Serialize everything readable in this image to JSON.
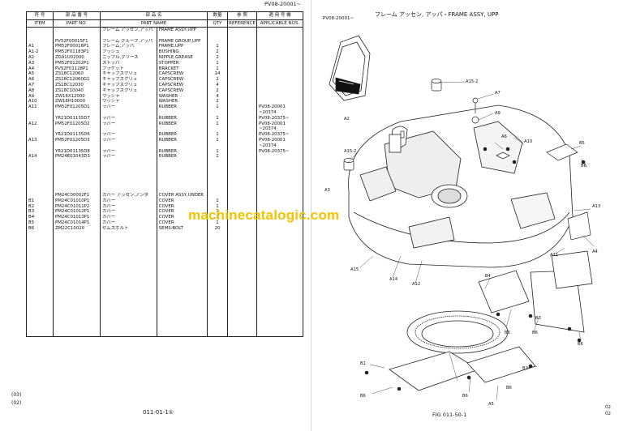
{
  "left_page": {
    "header_ref": "PV08-20001~",
    "columns": [
      {
        "jp": "符 号",
        "en": "ITEM"
      },
      {
        "jp": "部 品 番 号",
        "en": "PART NO."
      },
      {
        "jp": "部 品 名",
        "en": ""
      },
      {
        "jp": "",
        "en": "PART NAME"
      },
      {
        "jp": "数量",
        "en": "QTY"
      },
      {
        "jp": "参 照",
        "en": "REFERENCE"
      },
      {
        "jp": "適 用 号 機",
        "en": "APPLICABLE NOS."
      }
    ],
    "rows": [
      {
        "item": "",
        "part_no": "",
        "name_jp": "フレーム アッセン,アッパ",
        "name_en": "FRAME ASSY,UPP",
        "qty": "",
        "ref": "",
        "appl": ""
      },
      {
        "item": "",
        "part_no": "",
        "name_jp": "",
        "name_en": "",
        "qty": "",
        "ref": "",
        "appl": ""
      },
      {
        "item": "",
        "part_no": "PV52F00015F1",
        "name_jp": "フレーム グループ,アッパ",
        "name_en": "FRAME GROUP,UPP",
        "qty": "",
        "ref": "",
        "appl": ""
      },
      {
        "item": "A1",
        "part_no": "PM52F00016P1",
        "name_jp": "フレーム,アッパ",
        "name_en": "FRAME,UPP",
        "qty": "1",
        "ref": "",
        "appl": ""
      },
      {
        "item": "A1-2",
        "part_no": "PM52F01183P1",
        "name_jp": "ブッシュ",
        "name_en": "BUSHING",
        "qty": "2",
        "ref": "",
        "appl": ""
      },
      {
        "item": "A2",
        "part_no": "ZG91U02000",
        "name_jp": "ニップル,グリース",
        "name_en": "NIPPLE,GREASE",
        "qty": "2",
        "ref": "",
        "appl": ""
      },
      {
        "item": "A3",
        "part_no": "PM52F01202P1",
        "name_jp": "ストッパ",
        "name_en": "STOPPER",
        "qty": "1",
        "ref": "",
        "appl": ""
      },
      {
        "item": "A4",
        "part_no": "PV52F01128P1",
        "name_jp": "ブラケット",
        "name_en": "BRACKET",
        "qty": "1",
        "ref": "",
        "appl": ""
      },
      {
        "item": "A5",
        "part_no": "ZS18C12060",
        "name_jp": "キャップスクリュ",
        "name_en": "CAPSCREW",
        "qty": "14",
        "ref": "",
        "appl": ""
      },
      {
        "item": "A6",
        "part_no": "ZS18C12060G1",
        "name_jp": "キャップスクリュ",
        "name_en": "CAPSCREW",
        "qty": "2",
        "ref": "",
        "appl": ""
      },
      {
        "item": "A7",
        "part_no": "ZS18C12030",
        "name_jp": "キャップスクリュ",
        "name_en": "CAPSCREW",
        "qty": "4",
        "ref": "",
        "appl": ""
      },
      {
        "item": "A8",
        "part_no": "ZS18C10040",
        "name_jp": "キャップスクリュ",
        "name_en": "CAPSCREW",
        "qty": "2",
        "ref": "",
        "appl": ""
      },
      {
        "item": "A9",
        "part_no": "ZW16X12000",
        "name_jp": "ワッシャ",
        "name_en": "WASHER",
        "qty": "4",
        "ref": "",
        "appl": ""
      },
      {
        "item": "A10",
        "part_no": "ZW16H10000",
        "name_jp": "ワッシャ",
        "name_en": "WASHER",
        "qty": "2",
        "ref": "",
        "appl": ""
      },
      {
        "item": "A11",
        "part_no": "PM52F01205D1",
        "name_jp": "ラバー",
        "name_en": "RUBBER",
        "qty": "1",
        "ref": "",
        "appl": "PV08-20001"
      },
      {
        "item": "",
        "part_no": "",
        "name_jp": "",
        "name_en": "",
        "qty": "",
        "ref": "",
        "appl": "~20374"
      },
      {
        "item": "",
        "part_no": "YR21D01135D7",
        "name_jp": "ラバー",
        "name_en": "RUBBER",
        "qty": "1",
        "ref": "",
        "appl": "PV08-20375~"
      },
      {
        "item": "A12",
        "part_no": "PM52F01205D2",
        "name_jp": "ラバー",
        "name_en": "RUBBER",
        "qty": "1",
        "ref": "",
        "appl": "PV08-20001"
      },
      {
        "item": "",
        "part_no": "",
        "name_jp": "",
        "name_en": "",
        "qty": "",
        "ref": "",
        "appl": "~20374"
      },
      {
        "item": "",
        "part_no": "YR21D01135D6",
        "name_jp": "ラバー",
        "name_en": "RUBBER",
        "qty": "1",
        "ref": "",
        "appl": "PV08-20375~"
      },
      {
        "item": "A13",
        "part_no": "PM52F01205D3",
        "name_jp": "ラバー",
        "name_en": "RUBBER",
        "qty": "1",
        "ref": "",
        "appl": "PV08-20001"
      },
      {
        "item": "",
        "part_no": "",
        "name_jp": "",
        "name_en": "",
        "qty": "",
        "ref": "",
        "appl": "~20374"
      },
      {
        "item": "",
        "part_no": "YR21D01135D8",
        "name_jp": "ラバー",
        "name_en": "RUBBER",
        "qty": "1",
        "ref": "",
        "appl": "PV08-20375~"
      },
      {
        "item": "A14",
        "part_no": "PM24E01043D3",
        "name_jp": "ラバー",
        "name_en": "RUBBER",
        "qty": "1",
        "ref": "",
        "appl": ""
      }
    ],
    "rows_b": [
      {
        "item": "",
        "part_no": "PM24C00002F1",
        "name_jp": "カバー アッセン,アンダ",
        "name_en": "COVER ASSY,UNDER",
        "qty": "",
        "ref": "",
        "appl": ""
      },
      {
        "item": "B1",
        "part_no": "PM24C01010P1",
        "name_jp": "カバー",
        "name_en": "COVER",
        "qty": "1",
        "ref": "",
        "appl": ""
      },
      {
        "item": "B2",
        "part_no": "PM24C01011P2",
        "name_jp": "カバー",
        "name_en": "COVER",
        "qty": "1",
        "ref": "",
        "appl": ""
      },
      {
        "item": "B3",
        "part_no": "PM24C01012P1",
        "name_jp": "カバー",
        "name_en": "COVER",
        "qty": "1",
        "ref": "",
        "appl": ""
      },
      {
        "item": "B4",
        "part_no": "PM24C01013P1",
        "name_jp": "カバー",
        "name_en": "COVER",
        "qty": "1",
        "ref": "",
        "appl": ""
      },
      {
        "item": "B5",
        "part_no": "PM24C01014P1",
        "name_jp": "カバー",
        "name_en": "COVER",
        "qty": "1",
        "ref": "",
        "appl": ""
      },
      {
        "item": "B6",
        "part_no": "ZM22C10020",
        "name_jp": "セムスボルト",
        "name_en": "SEMS-BOLT",
        "qty": "20",
        "ref": "",
        "appl": ""
      }
    ],
    "footer_left_1": "(03)",
    "footer_left_2": "(02)",
    "page_number": "011-01-1①"
  },
  "watermark": "machinecatalogic.com",
  "right_page": {
    "title": "フレーム アッセン, アッパ・FRAME ASSY, UPP",
    "serial": "PV08-20001~",
    "figure_number": "FIG 011-50-1",
    "corner_top": "02",
    "corner_bottom": "02",
    "callouts": [
      "A15-2",
      "A7",
      "A9",
      "A2",
      "A6",
      "A10",
      "B5",
      "B6",
      "A15-2",
      "A3",
      "A13",
      "A4",
      "A11",
      "A15",
      "A14",
      "A12",
      "B4",
      "B6",
      "B6",
      "B3",
      "B6",
      "B2",
      "B1",
      "B6",
      "B6",
      "A5",
      "B6"
    ]
  }
}
